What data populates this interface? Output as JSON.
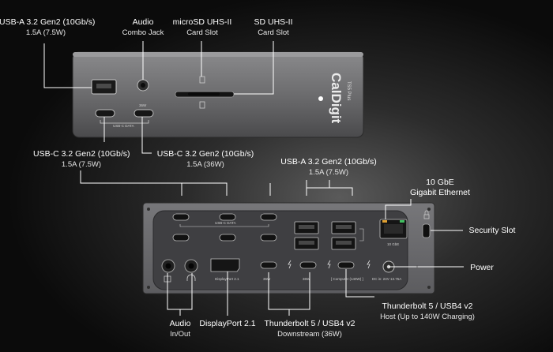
{
  "front": {
    "usba": {
      "title": "USB-A 3.2 Gen2 (10Gb/s)",
      "sub": "1.5A (7.5W)"
    },
    "audio": {
      "title": "Audio",
      "sub": "Combo Jack"
    },
    "microsd": {
      "title": "microSD UHS-II",
      "sub": "Card Slot"
    },
    "sd": {
      "title": "SD UHS-II",
      "sub": "Card Slot"
    },
    "usbc_left": {
      "title": "USB-C 3.2 Gen2 (10Gb/s)",
      "sub": "1.5A (7.5W)"
    },
    "usbc_right": {
      "title": "USB-C 3.2 Gen2 (10Gb/s)",
      "sub": "1.5A (36W)"
    },
    "etched": {
      "usbc_data": "USB-C DATA",
      "watt": "36W",
      "brand": "CalDigit",
      "model": "TS5 Plus"
    }
  },
  "rear": {
    "usba": {
      "title": "USB-A 3.2 Gen2 (10Gb/s)",
      "sub": "1.5A (7.5W)"
    },
    "ethernet": {
      "title": "10 GbE",
      "sub": "Gigabit Ethernet"
    },
    "security": {
      "title": "Security Slot"
    },
    "power": {
      "title": "Power"
    },
    "tb_host": {
      "title": "Thunderbolt 5 / USB4 v2",
      "sub": "Host (Up to 140W Charging)"
    },
    "audio": {
      "title": "Audio",
      "sub": "In/Out"
    },
    "displayport": {
      "title": "DisplayPort 2.1"
    },
    "tb_down": {
      "title": "Thunderbolt 5 / USB4 v2",
      "sub": "Downstream (36W)"
    },
    "etched": {
      "usbc_data": "USB-C DATA",
      "dp": "DisplayPort 2.1",
      "w36a": "36W",
      "w36b": "36W",
      "computer": "[ Computer (140W) ]",
      "dcin": "DC in: 24V 13.75A",
      "gbe": "10 GbE"
    }
  },
  "colors": {
    "background": "#0b0b0b",
    "chassis": "#6e6e70",
    "line": "#ffffff"
  }
}
